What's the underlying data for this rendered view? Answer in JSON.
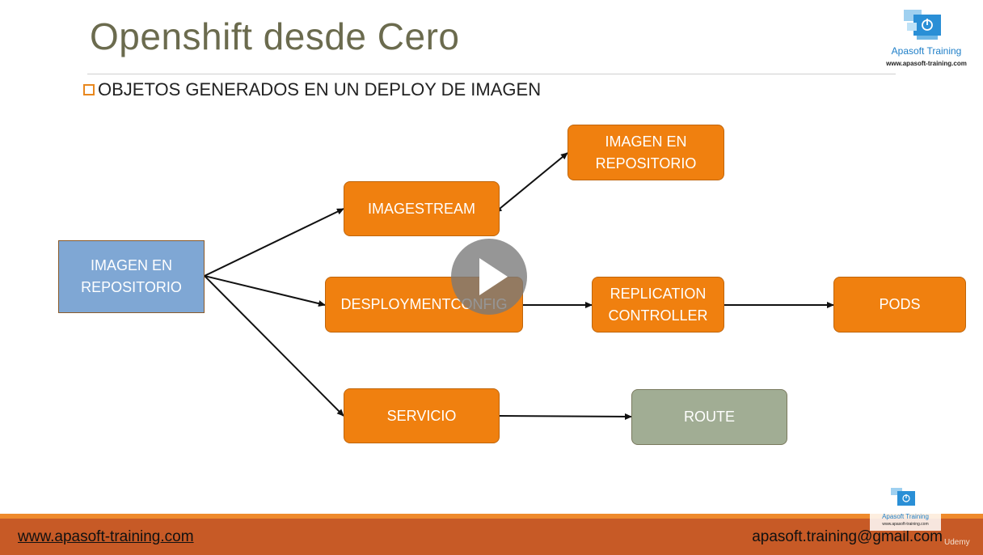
{
  "slide": {
    "title": "Openshift desde Cero",
    "subtitle": "OBJETOS GENERADOS EN UN DEPLOY DE IMAGEN"
  },
  "logo": {
    "name": "Apasoft Training",
    "url": "www.apasoft-training.com"
  },
  "diagram": {
    "nodes": {
      "source": [
        "IMAGEN EN",
        "REPOSITORIO"
      ],
      "imagestream": "IMAGESTREAM",
      "image_repo": [
        "IMAGEN EN",
        "REPOSITORIO"
      ],
      "deploymentconfig": "DESPLOYMENTCONFIG",
      "replication_controller": [
        "REPLICATION",
        "CONTROLLER"
      ],
      "pods": "PODS",
      "servicio": "SERVICIO",
      "route": "ROUTE"
    },
    "colors": {
      "orange": "#f0800f",
      "blue": "#7fa7d4",
      "grey": "#a1ad94"
    }
  },
  "footer": {
    "website": "www.apasoft-training.com",
    "email": "apasoft.training@gmail.com",
    "platform": "Udemy",
    "mini_logo_name": "Apasoft Training",
    "mini_logo_url": "www.apasoft-training.com",
    "color": "#c75a26"
  },
  "player": {
    "icon": "play-icon"
  }
}
